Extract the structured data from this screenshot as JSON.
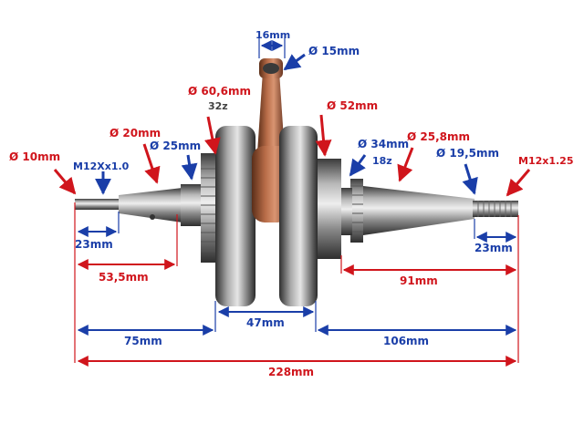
{
  "labels": {
    "dia_10": "Ø 10mm",
    "thread_left": "M12Xx1.0",
    "dia_20": "Ø 20mm",
    "dia_25": "Ø 25mm",
    "dia_60_6": "Ø 60,6mm",
    "teeth_32": "32z",
    "pin_width": "16mm",
    "dia_15": "Ø 15mm",
    "dia_52": "Ø 52mm",
    "dia_34": "Ø 34mm",
    "teeth_18": "18z",
    "dia_25_8": "Ø 25,8mm",
    "dia_19_5": "Ø 19,5mm",
    "thread_right": "M12x1.25",
    "len_23_left": "23mm",
    "len_53_5": "53,5mm",
    "len_47": "47mm",
    "len_75": "75mm",
    "len_91": "91mm",
    "len_106": "106mm",
    "len_23_right": "23mm",
    "len_228": "228mm"
  },
  "colors": {
    "red": "#d0151c",
    "blue": "#1a3ea8"
  }
}
